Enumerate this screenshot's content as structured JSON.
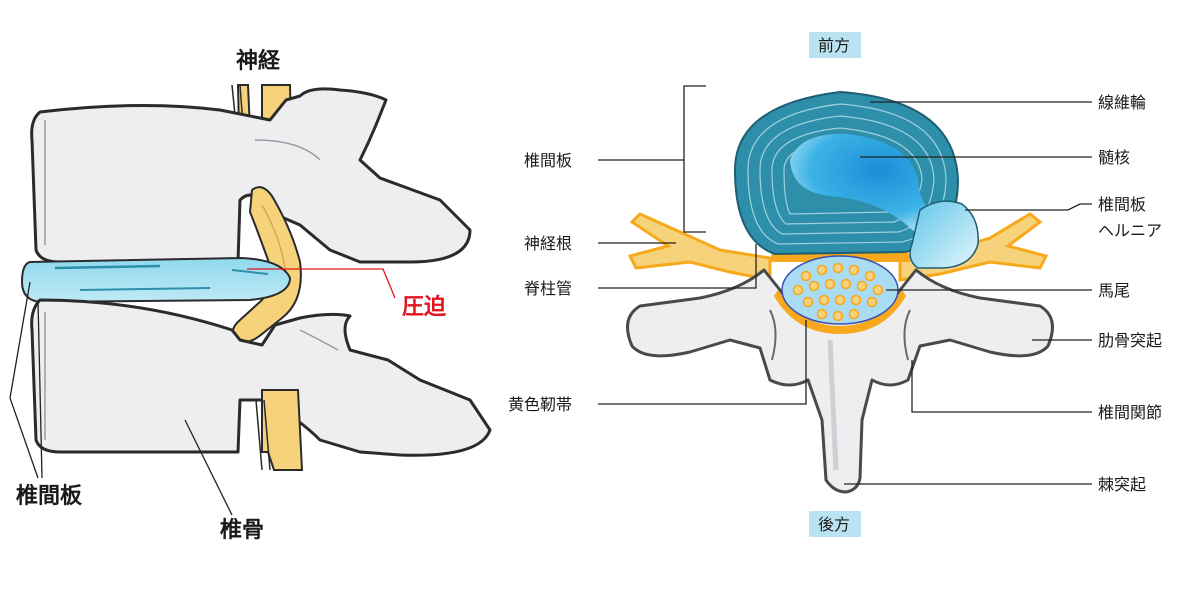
{
  "left_diagram": {
    "nerve_label": "神経",
    "compression_label": "圧迫",
    "disc_label": "椎間板",
    "vertebra_label": "椎骨"
  },
  "right_diagram": {
    "anterior_label": "前方",
    "posterior_label": "後方",
    "labels_left": {
      "disc": "椎間板",
      "nerve_root": "神経根",
      "spinal_canal": "脊柱管",
      "ligamentum_flavum": "黄色靭帯"
    },
    "labels_right": {
      "annulus_fibrosus": "線維輪",
      "nucleus_pulposus": "髄核",
      "herniation_line1": "椎間板",
      "herniation_line2": "ヘルニア",
      "cauda_equina": "馬尾",
      "transverse_process": "肋骨突起",
      "facet_joint": "椎間関節",
      "spinous_process": "棘突起"
    }
  },
  "colors": {
    "disc_blue": "#2d8faa",
    "nucleus_blue": "#1aa0dc",
    "nerve_yellow": "#f6d27a",
    "nerve_orange": "#f7a81b",
    "compression_red": "#e0141e",
    "tag_bg": "#b9e3f1"
  }
}
